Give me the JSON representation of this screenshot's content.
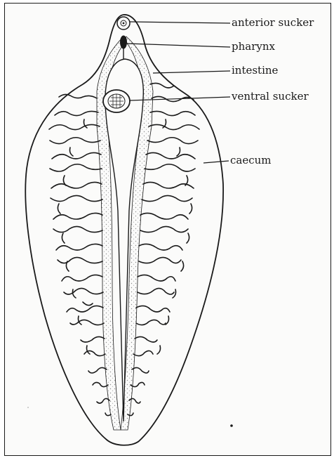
{
  "figure": {
    "labels": {
      "anterior_sucker": "anterior sucker",
      "pharynx": "pharynx",
      "intestine": "intestine",
      "ventral_sucker": "ventral sucker",
      "caecum": "caecum"
    },
    "colors": {
      "ink": "#1a1a1a",
      "stipple": "#b9b9b9",
      "paper": "#fbfbfa"
    }
  }
}
